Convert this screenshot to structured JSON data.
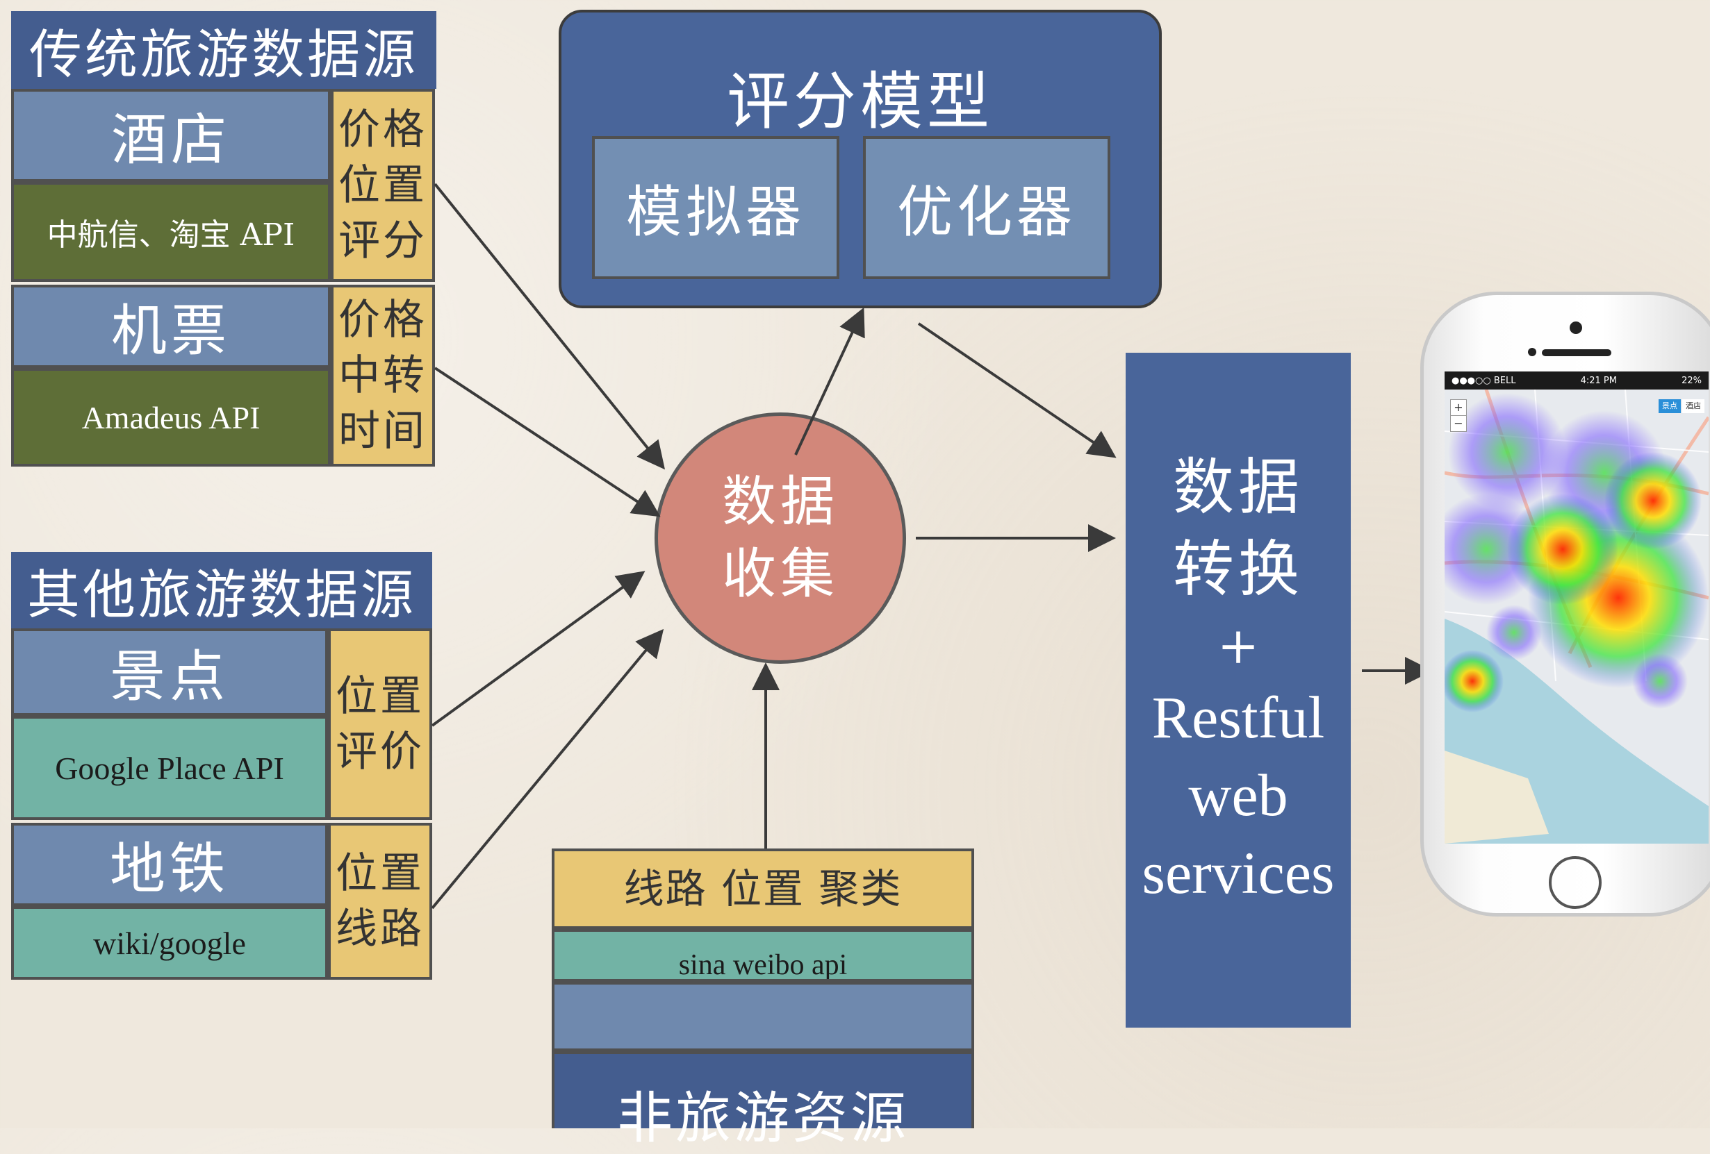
{
  "traditional": {
    "title": "传统旅游数据源",
    "hotel": {
      "name": "酒店",
      "api": "中航信、淘宝 API",
      "attrs": [
        "价格",
        "位置",
        "评分"
      ]
    },
    "flight": {
      "name": "机票",
      "api": "Amadeus API",
      "attrs": [
        "价格",
        "中转",
        "时间"
      ]
    }
  },
  "other": {
    "title": "其他旅游数据源",
    "scenic": {
      "name": "景点",
      "api": "Google Place API",
      "attrs": [
        "位置",
        "评价"
      ]
    },
    "subway": {
      "name": "地铁",
      "api": "wiki/google",
      "attrs": [
        "位置",
        "线路"
      ]
    }
  },
  "scoring": {
    "title": "评分模型",
    "simulator": "模拟器",
    "optimizer": "优化器"
  },
  "collection": {
    "line1": "数据",
    "line2": "收集"
  },
  "non_travel": {
    "attrs": "线路 位置 聚类",
    "api": "sina weibo api",
    "title": "非旅游资源"
  },
  "conversion": {
    "line1": "数据",
    "line2": "转换",
    "plus": "+",
    "line3": "Restful",
    "line4": "web",
    "line5": "services"
  },
  "phone": {
    "carrier": "●●●○○ BELL",
    "time": "4:21 PM",
    "battery": "22%",
    "map_tab1": "景点",
    "map_tab2": "酒店",
    "zoom_in": "+",
    "zoom_out": "−"
  },
  "colors": {
    "header_blue": "#445d8f",
    "source_blue": "#6f89ae",
    "olive": "#5e6e37",
    "teal": "#72b3a5",
    "gold": "#e8c775",
    "circle": "#d2877a"
  }
}
